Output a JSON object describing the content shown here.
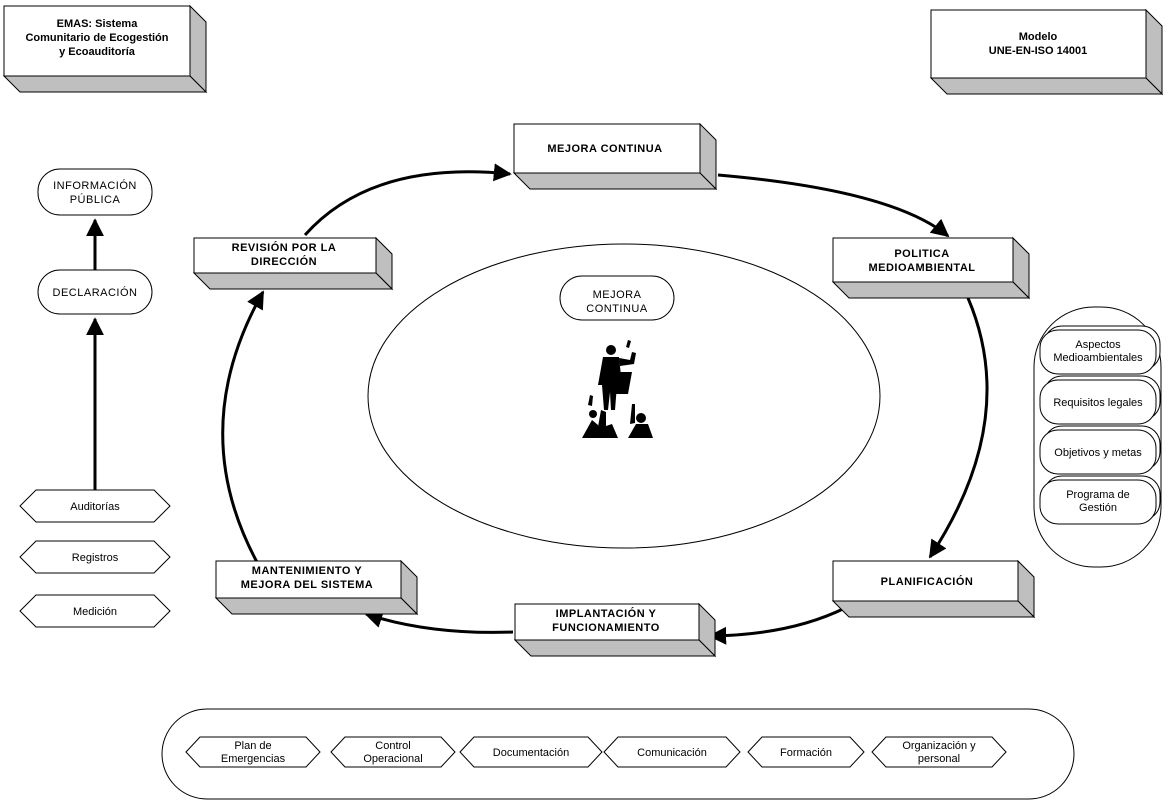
{
  "corner_boxes": {
    "emas": [
      "EMAS: Sistema",
      "Comunitario de Ecogestión",
      "y Ecoauditoría"
    ],
    "iso": [
      "Modelo",
      "UNE-EN-ISO 14001"
    ]
  },
  "cycle": {
    "mejora_continua": [
      "MEJORA CONTINUA"
    ],
    "politica": [
      "POLITICA",
      "MEDIOAMBIENTAL"
    ],
    "planificacion": [
      "PLANIFICACIÓN"
    ],
    "implantacion": [
      "IMPLANTACIÓN Y",
      "FUNCIONAMIENTO"
    ],
    "mantenimiento": [
      "MANTENIMIENTO Y",
      "MEJORA DEL SISTEMA"
    ],
    "revision": [
      "REVISIÓN POR LA",
      "DIRECCIÓN"
    ]
  },
  "center_label": [
    "MEJORA",
    "CONTINUA"
  ],
  "left_column": {
    "informacion": [
      "INFORMACIÓN",
      "PÚBLICA"
    ],
    "declaracion": [
      "DECLARACIÓN"
    ],
    "hexes": [
      "Auditorías",
      "Registros",
      "Medición"
    ]
  },
  "right_panel": [
    [
      "Aspectos",
      "Medioambientales"
    ],
    [
      "Requisitos legales"
    ],
    [
      "Objetivos y metas"
    ],
    [
      "Programa de",
      "Gestión"
    ]
  ],
  "bottom_panel": [
    [
      "Plan de",
      "Emergencias"
    ],
    [
      "Control",
      "Operacional"
    ],
    [
      "Documentación"
    ],
    [
      "Comunicación"
    ],
    [
      "Formación"
    ],
    [
      "Organización y",
      "personal"
    ]
  ],
  "icon": "presenter-audience-icon"
}
